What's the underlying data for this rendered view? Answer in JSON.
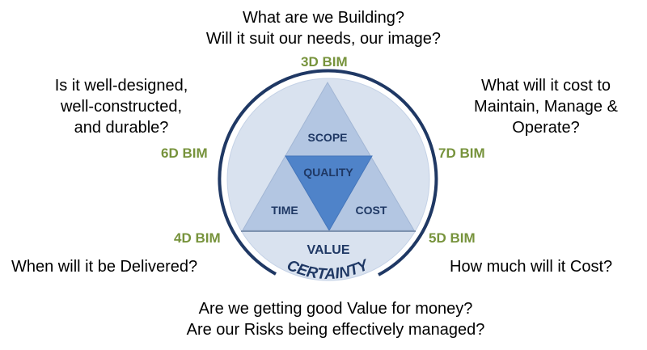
{
  "questions": {
    "top": [
      "What are we Building?",
      "Will it suit our needs, our image?"
    ],
    "top_left": [
      "Is it well-designed,",
      "well-constructed,",
      "and durable?"
    ],
    "top_right": [
      "What will it cost to",
      "Maintain, Manage &",
      "Operate?"
    ],
    "left": "When will it be Delivered?",
    "right": "How much will it Cost?",
    "bottom": [
      "Are we getting good Value for money?",
      "Are our Risks being effectively managed?"
    ]
  },
  "bim": {
    "d3": "3D BIM",
    "d4": "4D BIM",
    "d5": "5D BIM",
    "d6": "6D BIM",
    "d7": "7D BIM"
  },
  "diagram": {
    "scope": "SCOPE",
    "quality": "QUALITY",
    "time": "TIME",
    "cost": "COST",
    "value": "VALUE",
    "certainty": "CERTAINTY"
  },
  "colors": {
    "disc": "#d9e2ef",
    "triangle": "#b3c6e2",
    "quality": "#4f83c9",
    "ring": "#1f3864",
    "bim": "#77933c"
  }
}
